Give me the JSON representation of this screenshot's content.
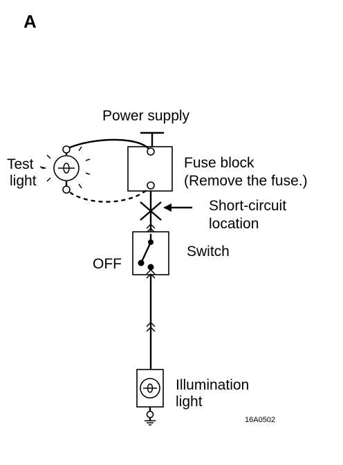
{
  "panel_letter": "A",
  "labels": {
    "power_supply": "Power supply",
    "test_light_line1": "Test",
    "test_light_line2": "light",
    "fuse_block_line1": "Fuse block",
    "fuse_block_line2": "(Remove the fuse.)",
    "short_circuit_line1": "Short-circuit",
    "short_circuit_line2": "location",
    "switch": "Switch",
    "switch_state": "OFF",
    "illumination_line1": "Illumination",
    "illumination_line2": "light"
  },
  "figure_code": "16A0502",
  "colors": {
    "ink": "#000000",
    "paper": "#ffffff"
  }
}
